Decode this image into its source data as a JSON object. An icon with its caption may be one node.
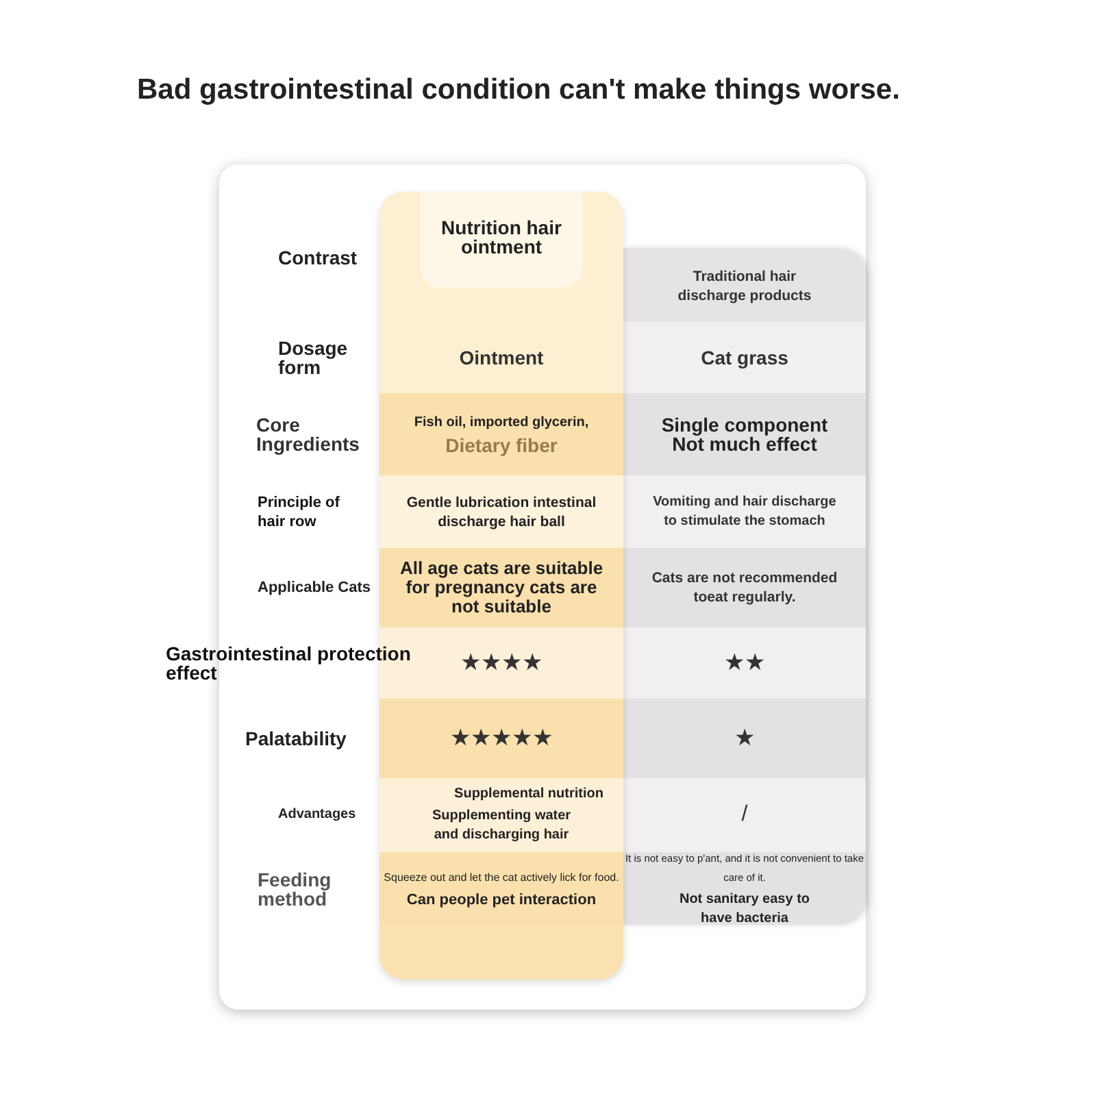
{
  "diagram": {
    "title": "Bad gastrointestinal condition can't make things worse.",
    "labels": [
      "Contrast",
      "Nutrition hair ointment",
      "Traditional hair discharge products",
      "Dosage form",
      "Ointment",
      "Cat grass",
      "Core Ingredients",
      "Fish oil, imported glycerin,",
      "Dietary fiber",
      "Single component Not much effect",
      "Principle of hair row",
      "Gentle lubrication intestinal discharge hair ball",
      "Vomiting and hair discharge to stimulate the stomach",
      "Applicable Cats",
      "All age cats are suitable for pregnancy cats are not suitable",
      "Cats are not recommended toeat regularly.",
      "Gastrointestinal protection effect",
      "★★★★",
      "★★",
      "Palatability",
      "★★★★★",
      "★",
      "Advantages",
      "Supplemental nutrition",
      "Supplementing water and discharging hair",
      "/",
      "Feeding method",
      "Squeeze out and let the cat actively lick for food.",
      "Can people pet interaction",
      "It is not easy to p'ant, and it is not convenient to take care of it.",
      "Not sanitary easy to have bacteria"
    ]
  }
}
